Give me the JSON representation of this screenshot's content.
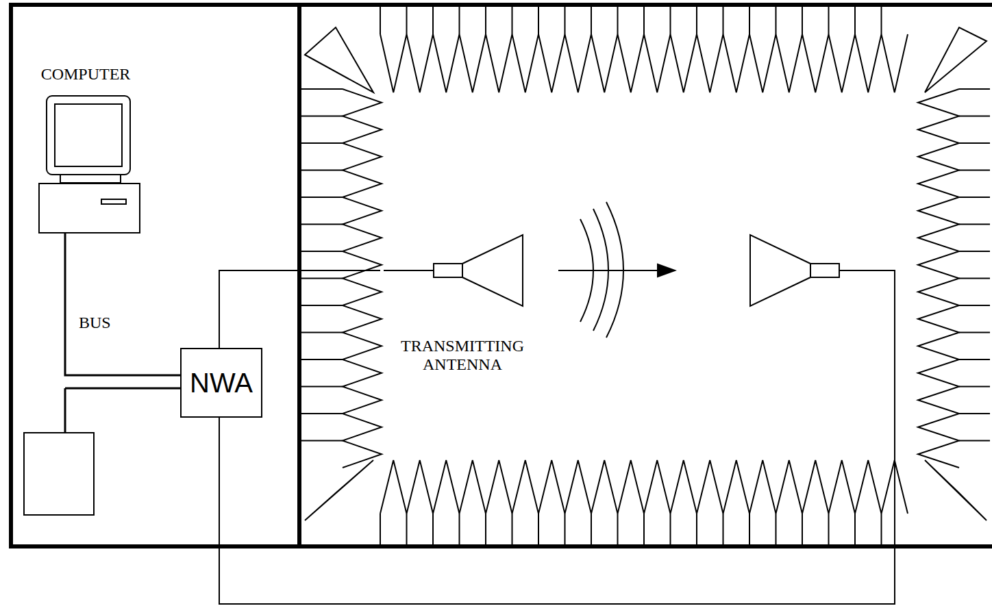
{
  "diagram": {
    "nodes": [
      {
        "text": [
          "COMPUTER"
        ]
      },
      {
        "text": [
          "NWA"
        ]
      },
      {
        "text": [
          "TRANSMITTING ANTENNA"
        ]
      }
    ],
    "edges": [
      {
        "from": 0,
        "to": 1,
        "arrow": "none",
        "label": "BUS"
      },
      {
        "from": 1,
        "to": 2,
        "arrow": "none"
      }
    ]
  }
}
